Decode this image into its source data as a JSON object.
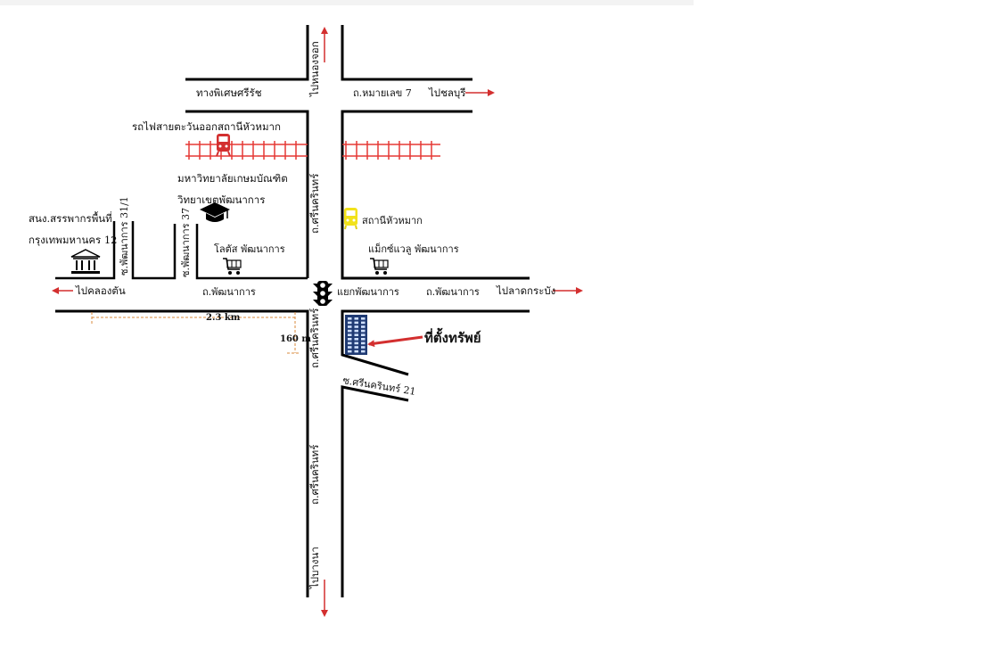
{
  "labels": {
    "top_route": "ไปหนองจอก",
    "top_right_road": "ถ.หมายเลข 7",
    "to_chonburi": "ไปชลบุรี",
    "top_left_road": "ทางพิเศษศรีรัช",
    "rail_label": "รถไฟสายตะวันออกสถานีหัวหมาก",
    "university_line1": "มหาวิทยาลัยเกษมบัณฑิต",
    "university_line2": "วิทยาเขตพัฒนาการ",
    "tax_office_line1": "สนง.สรรพากรพื้นที่",
    "tax_office_line2": "กรุงเทพมหานคร 12",
    "soi_31_1": "ซ.พัฒนาการ 31/1",
    "soi_37": "ซ.พัฒนาการ 37",
    "lotus": "โลตัส พัฒนาการ",
    "station": "สถานีหัวหมาก",
    "makro": "แม็กซ์แวลู พัฒนาการ",
    "srinakarin_upper": "ถ.ศรีนครินทร์",
    "srinakarin_mid": "ถ.ศรีนครินทร์",
    "srinakarin_lower": "ถ.ศรีนครินทร์",
    "bottom_route": "ไปบางนา",
    "to_khlong_ton": "ไปคลองตัน",
    "phatthanakan_left": "ถ.พัฒนาการ",
    "intersection": "แยกพัฒนาการ",
    "phatthanakan_right": "ถ.พัฒนาการ",
    "to_lat_krabang": "ไปลาดกระบัง",
    "distance_h": "2.3 km",
    "distance_v": "160 m",
    "property": "ที่ตั้งทรัพย์",
    "soi_srinakarin_21": "ซ.ศรีนครินทร์ 21"
  },
  "colors": {
    "road": "#000000",
    "rail": "#e53935",
    "arrow": "#d32f2f",
    "dimension": "#d9893b",
    "building": "#1f3a73",
    "station_bus": "#f2e21a",
    "train": "#d32f2f"
  },
  "icons": [
    "train-icon",
    "graduation-cap-icon",
    "government-building-icon",
    "shopping-cart-icon",
    "bus-icon",
    "traffic-light-icon",
    "office-building-icon"
  ]
}
